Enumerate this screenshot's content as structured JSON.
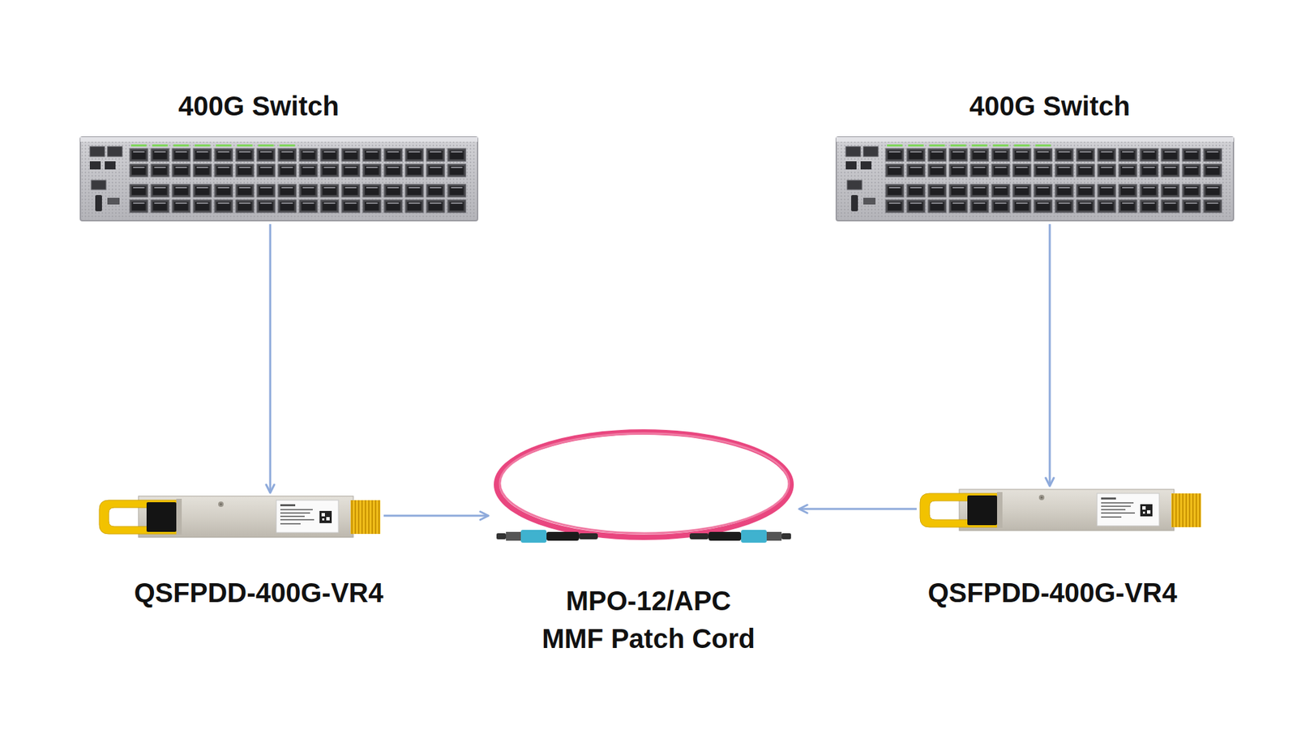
{
  "diagram": {
    "nodes": [
      {
        "text": [
          "400G Switch"
        ]
      },
      {
        "text": [
          "400G Switch"
        ]
      },
      {
        "text": [
          "QSFPDD-400G-VR4"
        ]
      },
      {
        "text": [
          "MPO-12/APC MMF Patch Cord"
        ]
      },
      {
        "text": [
          "QSFPDD-400G-VR4"
        ]
      }
    ],
    "edges": [
      {
        "from": 0,
        "to": 2,
        "arrow": "to"
      },
      {
        "from": 1,
        "to": 4,
        "arrow": "to"
      },
      {
        "from": 2,
        "to": 3,
        "arrow": "to"
      },
      {
        "from": 4,
        "to": 3,
        "arrow": "to"
      }
    ]
  }
}
